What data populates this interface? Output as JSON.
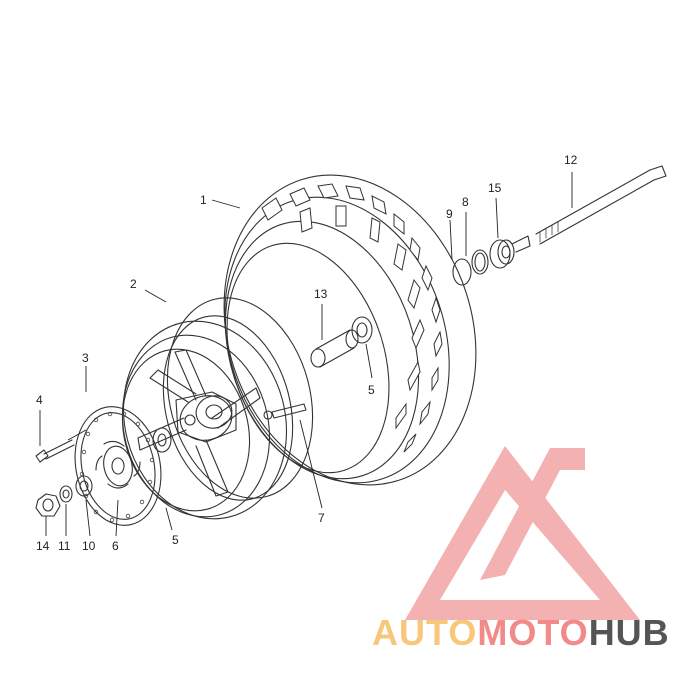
{
  "callouts": {
    "c1": "1",
    "c2": "2",
    "c3": "3",
    "c4": "4",
    "c5a": "5",
    "c5b": "5",
    "c6": "6",
    "c7": "7",
    "c8": "8",
    "c9": "9",
    "c10": "10",
    "c11": "11",
    "c12": "12",
    "c13": "13",
    "c14": "14",
    "c15": "15"
  },
  "watermark": {
    "part1": "AUTO",
    "part2": "MOTO",
    "part3": "HUB",
    "colors": {
      "auto": "#f7c87a",
      "moto": "#f28a8a",
      "hub": "#555555",
      "logo": "#f0a0a0"
    }
  }
}
